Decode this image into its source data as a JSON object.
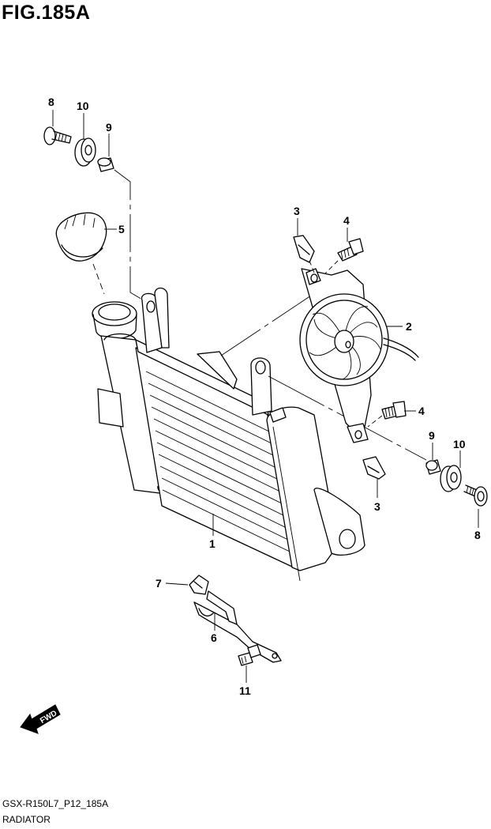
{
  "figure": {
    "title": "FIG.185A",
    "model_code": "GSX-R150L7_P12_185A",
    "section_name": "RADIATOR",
    "fwd_label": "FWD"
  },
  "callouts": [
    {
      "id": "c8a",
      "label": "8"
    },
    {
      "id": "c10a",
      "label": "10"
    },
    {
      "id": "c9a",
      "label": "9"
    },
    {
      "id": "c5",
      "label": "5"
    },
    {
      "id": "c3a",
      "label": "3"
    },
    {
      "id": "c4a",
      "label": "4"
    },
    {
      "id": "c2",
      "label": "2"
    },
    {
      "id": "c4b",
      "label": "4"
    },
    {
      "id": "c9b",
      "label": "9"
    },
    {
      "id": "c10b",
      "label": "10"
    },
    {
      "id": "c3b",
      "label": "3"
    },
    {
      "id": "c8b",
      "label": "8"
    },
    {
      "id": "c1",
      "label": "1"
    },
    {
      "id": "c7",
      "label": "7"
    },
    {
      "id": "c6",
      "label": "6"
    },
    {
      "id": "c11",
      "label": "11"
    }
  ]
}
